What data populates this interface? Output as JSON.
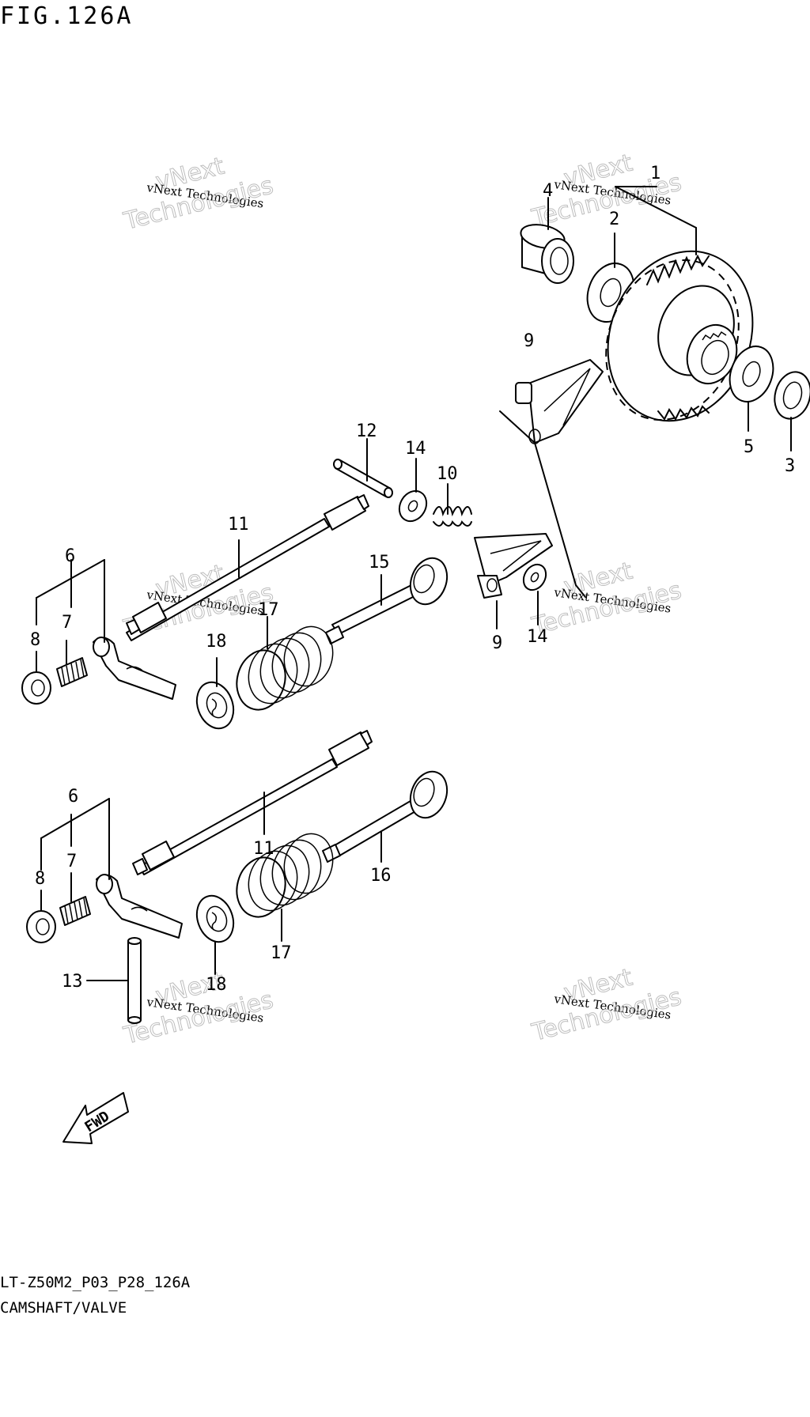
{
  "header": {
    "figure_title": "FIG.126A"
  },
  "footer": {
    "model_code": "LT-Z50M2_P03_P28_126A",
    "section_name": "CAMSHAFT/VALVE"
  },
  "watermark": {
    "line1": "vNext",
    "line2": "vNext Technologies",
    "line3": "Technologies"
  },
  "fwd_arrow": {
    "label": "FWD"
  },
  "callouts": {
    "c1": "1",
    "c2": "2",
    "c3": "3",
    "c4": "4",
    "c5": "5",
    "c6a": "6",
    "c6b": "6",
    "c7a": "7",
    "c7b": "7",
    "c8a": "8",
    "c8b": "8",
    "c9a": "9",
    "c9b": "9",
    "c10": "10",
    "c11a": "11",
    "c11b": "11",
    "c12": "12",
    "c13": "13",
    "c14a": "14",
    "c14b": "14",
    "c15": "15",
    "c16": "16",
    "c17a": "17",
    "c17b": "17",
    "c18a": "18",
    "c18b": "18"
  }
}
